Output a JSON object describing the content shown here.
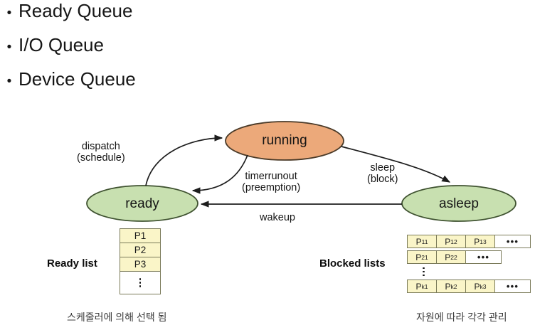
{
  "bullets": [
    {
      "text": "Ready Queue",
      "marker": "•"
    },
    {
      "text": "I/O Queue",
      "marker": "•"
    },
    {
      "text": "Device Queue",
      "marker": "•"
    }
  ],
  "diagram": {
    "nodes": [
      {
        "id": "running",
        "label": "running",
        "fill": "#ECA97A",
        "stroke": "#4a3a28"
      },
      {
        "id": "ready",
        "label": "ready",
        "fill": "#C8E0B0",
        "stroke": "#3f5230"
      },
      {
        "id": "asleep",
        "label": "asleep",
        "fill": "#C8E0B0",
        "stroke": "#3f5230"
      }
    ],
    "edges": [
      {
        "id": "dispatch",
        "from": "ready",
        "to": "running",
        "line1": "dispatch",
        "line2": "(schedule)"
      },
      {
        "id": "timerrunout",
        "from": "running",
        "to": "ready",
        "line1": "timerrunout",
        "line2": "(preemption)"
      },
      {
        "id": "sleep",
        "from": "running",
        "to": "asleep",
        "line1": "sleep",
        "line2": "(block)"
      },
      {
        "id": "wakeup",
        "from": "asleep",
        "to": "ready",
        "line1": "wakeup",
        "line2": ""
      }
    ]
  },
  "ready_list": {
    "title": "Ready list",
    "items": [
      "P1",
      "P2",
      "P3"
    ],
    "ellipsis": "⋮"
  },
  "blocked_lists": {
    "title": "Blocked lists",
    "rows": [
      {
        "type": "cells",
        "cells": [
          {
            "base": "P",
            "sub": "11"
          },
          {
            "base": "P",
            "sub": "12"
          },
          {
            "base": "P",
            "sub": "13"
          }
        ],
        "trailing": "•••"
      },
      {
        "type": "cells",
        "cells": [
          {
            "base": "P",
            "sub": "21"
          },
          {
            "base": "P",
            "sub": "22"
          }
        ],
        "trailing": "•••"
      },
      {
        "type": "vdots"
      },
      {
        "type": "cells",
        "cells": [
          {
            "base": "P",
            "sub": "k1"
          },
          {
            "base": "P",
            "sub": "k2"
          },
          {
            "base": "P",
            "sub": "k3"
          }
        ],
        "trailing": "•••"
      }
    ]
  },
  "captions": {
    "left": "스케줄러에 의해 선택 됨",
    "right": "자원에 따라 각각 관리"
  }
}
